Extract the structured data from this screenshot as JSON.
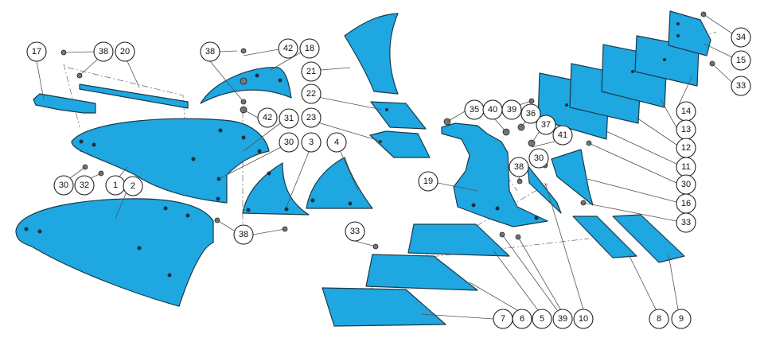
{
  "diagram": {
    "type": "exploded-parts-view",
    "part_color": "#1ea7e1",
    "callouts": [
      "17",
      "38",
      "20",
      "38",
      "42",
      "18",
      "21",
      "22",
      "23",
      "42",
      "31",
      "30",
      "3",
      "4",
      "30",
      "32",
      "1",
      "2",
      "38",
      "35",
      "40",
      "39",
      "36",
      "37",
      "41",
      "38",
      "30",
      "19",
      "33",
      "7",
      "6",
      "5",
      "39",
      "10",
      "8",
      "9",
      "34",
      "15",
      "33",
      "14",
      "13",
      "12",
      "11",
      "30",
      "16",
      "33"
    ]
  }
}
